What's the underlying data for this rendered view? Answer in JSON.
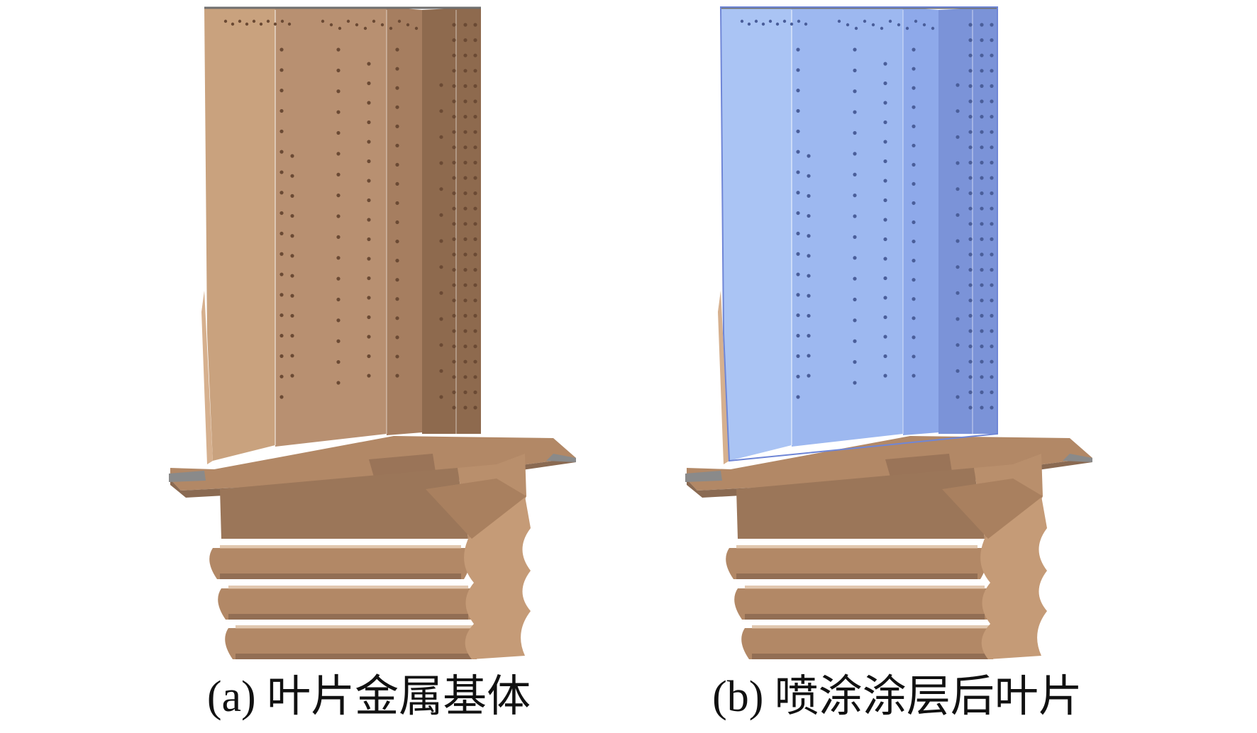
{
  "panels": [
    {
      "id": "a",
      "caption": "(a) 叶片金属基体",
      "airfoil_colors": [
        "#c9a27e",
        "#b89071",
        "#a67e60",
        "#8e6a4e"
      ],
      "root_color": "#b28866"
    },
    {
      "id": "b",
      "caption": "(b) 喷涂涂层后叶片",
      "airfoil_colors": [
        "#aac4f4",
        "#9db8f0",
        "#8ea9ea",
        "#7b93d8"
      ],
      "root_color": "#b28866"
    }
  ],
  "colors": {
    "background": "#ffffff",
    "caption_text": "#111111",
    "hole_metal": "#6b4a34",
    "hole_coated": "#4a5e9a",
    "shadow": "#7d6a5c"
  }
}
